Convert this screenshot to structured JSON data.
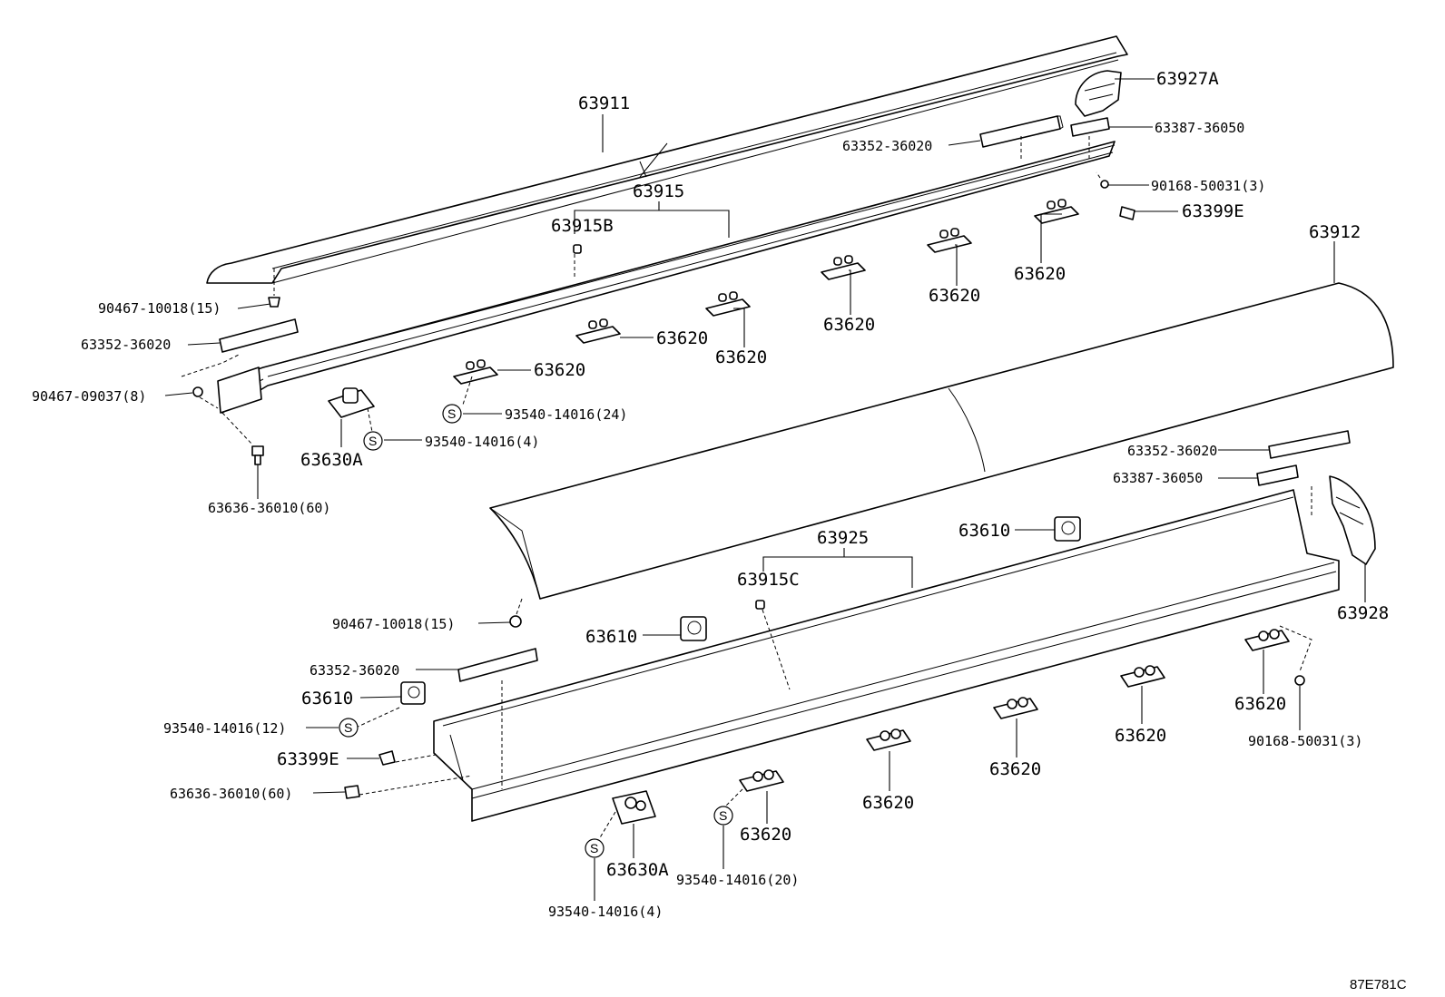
{
  "drawing_code": "87E781C",
  "marker": "S",
  "labels": {
    "p63911": "63911",
    "p63927a": "63927A",
    "p63387_top": "63387-36050",
    "p63352_top": "63352-36020",
    "p90168_top": "90168-50031(3)",
    "p63399e_top": "63399E",
    "p63915": "63915",
    "p63915b": "63915B",
    "p63912": "63912",
    "p90467_10018_top": "90467-10018(15)",
    "p63352_left": "63352-36020",
    "p90467_09037": "90467-09037(8)",
    "p63620_a": "63620",
    "p63620_b": "63620",
    "p63620_c": "63620",
    "p63620_d": "63620",
    "p63620_e": "63620",
    "p63620_f": "63620",
    "p93540_24": "93540-14016(24)",
    "p93540_4_top": "93540-14016(4)",
    "p63630a_top": "63630A",
    "p63636_top": "63636-36010(60)",
    "p63352_right": "63352-36020",
    "p63387_right": "63387-36050",
    "p63610_r": "63610",
    "p63925": "63925",
    "p63915c": "63915C",
    "p63928": "63928",
    "p90467_10018_bot": "90467-10018(15)",
    "p63610_m": "63610",
    "p63352_bot": "63352-36020",
    "p63610_l": "63610",
    "p93540_12": "93540-14016(12)",
    "p63399e_bot": "63399E",
    "p63636_bot": "63636-36010(60)",
    "p63620_g": "63620",
    "p63620_h": "63620",
    "p63620_i": "63620",
    "p63620_j": "63620",
    "p63620_k": "63620",
    "p90168_bot": "90168-50031(3)",
    "p63630a_bot": "63630A",
    "p93540_20": "93540-14016(20)",
    "p93540_4_bot": "93540-14016(4)"
  }
}
